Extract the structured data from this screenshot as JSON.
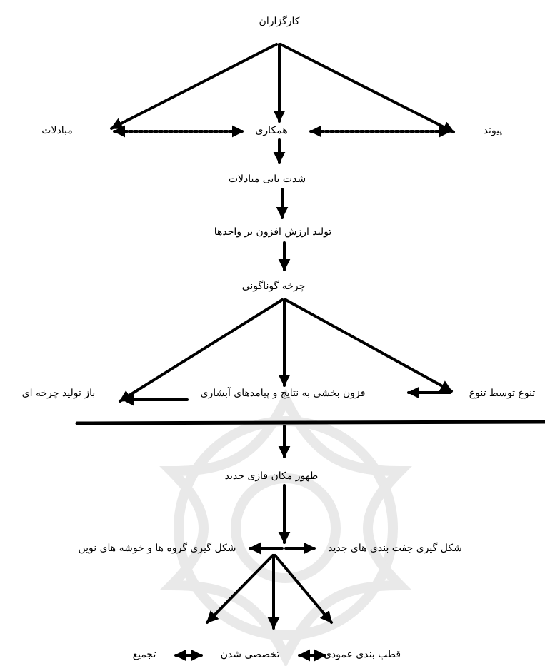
{
  "nodes": {
    "agents": "کارگزاران",
    "exchanges": "مبادلات",
    "cooperation": "همکاری",
    "bond": "پیوند",
    "exchange_intensification": "شدت یابی مبادلات",
    "value_added": "تولید ارزش افزون بر واحدها",
    "diversity_cycle": "چرخه گوناگونی",
    "cyclical_reproduction": "باز تولید چرخه ای",
    "cascade_effects": "فزون بخشی به نتایج و پیامدهای آبشاری",
    "diversity_by_diversity": "تنوع توسط تنوع",
    "new_phase_space": "ظهور مکان فازی جدید",
    "new_groups_clusters": "شکل گیری گروه ها و خوشه های نوین",
    "new_pairings": "شکل گیری جفت بندی های جدید",
    "agglomeration": "تجمیع",
    "specialization": "تخصصی شدن",
    "vertical_polarization": "قطب بندی عمودی"
  },
  "colors": {
    "line": "#000000",
    "watermark": "#e6e6e6"
  }
}
